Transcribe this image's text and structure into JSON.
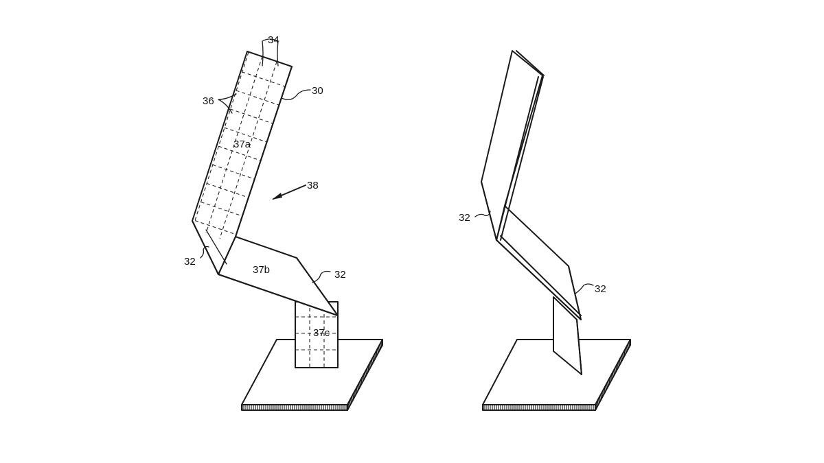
{
  "figure_left": {
    "labels": {
      "mesh_ref": "34",
      "module_ref": "30",
      "grid_ref": "36",
      "upper_panel": "37a",
      "direction_ref": "38",
      "fold_left": "32",
      "middle_panel": "37b",
      "fold_right": "32",
      "lower_panel": "37c"
    }
  },
  "figure_right": {
    "labels": {
      "fold_upper": "32",
      "fold_lower": "32"
    }
  }
}
